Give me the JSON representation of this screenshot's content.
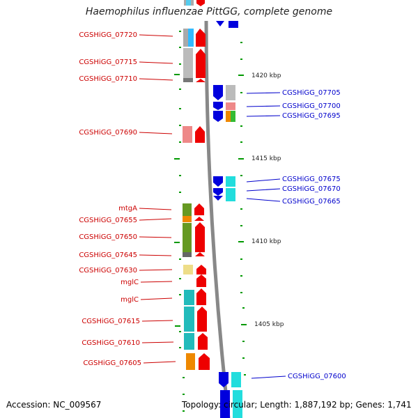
{
  "title": "Haemophilus influenzae PittGG, complete genome",
  "footer": {
    "accession": "Accession: NC_009567",
    "summary": "Topology: circular; Length: 1,887,192 bp; Genes: 1,741"
  },
  "colors": {
    "red_label": "#cc0000",
    "blue_label": "#0000cc",
    "red_arrow": "#ee0000",
    "blue_arrow": "#0000dd",
    "backbone": "#888888",
    "tick": "#009900"
  },
  "scale_labels": [
    "1420 kbp",
    "1415 kbp",
    "1410 kbp",
    "1405 kbp"
  ],
  "left_genes": [
    "CGSHiGG_07720",
    "CGSHiGG_07715",
    "CGSHiGG_07710",
    "CGSHiGG_07690",
    "mtgA",
    "CGSHiGG_07655",
    "CGSHiGG_07650",
    "CGSHiGG_07645",
    "CGSHiGG_07630",
    "mglC",
    "mglC",
    "CGSHiGG_07615",
    "CGSHiGG_07610",
    "CGSHiGG_07605"
  ],
  "right_genes": [
    "CGSHiGG_07705",
    "CGSHiGG_07700",
    "CGSHiGG_07695",
    "CGSHiGG_07675",
    "CGSHiGG_07670",
    "CGSHiGG_07665",
    "CGSHiGG_07600"
  ]
}
